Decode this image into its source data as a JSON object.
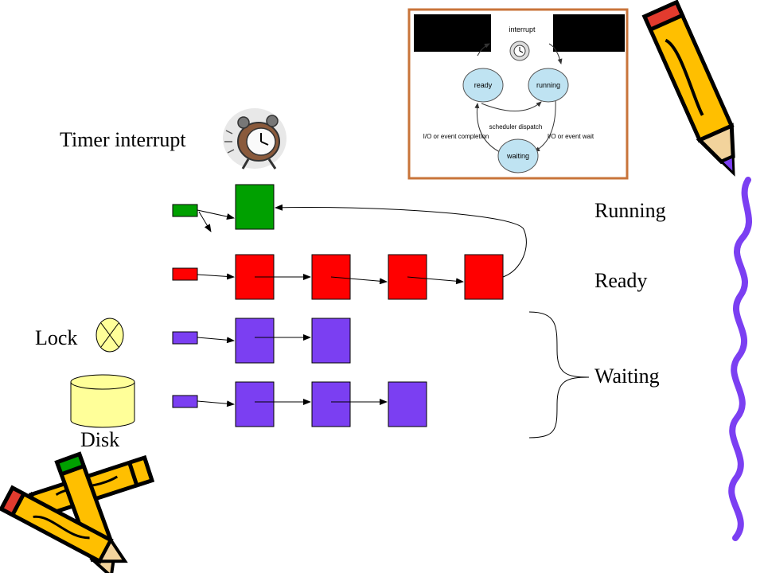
{
  "labels": {
    "timer_interrupt": "Timer interrupt",
    "running": "Running",
    "ready": "Ready",
    "waiting": "Waiting",
    "lock": "Lock",
    "disk": "Disk"
  },
  "inset": {
    "interrupt": "interrupt",
    "ready": "ready",
    "running": "running",
    "waiting": "waiting",
    "scheduler_dispatch": "scheduler dispatch",
    "io_completion": "I/O or event completion",
    "io_wait": "I/O or event wait"
  },
  "colors": {
    "running": "#00a000",
    "ready": "#ff0000",
    "waiting": "#7b3ff2",
    "disk": "#ffff99",
    "lock": "#ffff99",
    "inset_border": "#c8743a",
    "state_circle": "#bfe3f2",
    "pencil": "#ffbf00",
    "squiggle": "#7b3ff2"
  },
  "queues": [
    {
      "name": "running",
      "processes": 1
    },
    {
      "name": "ready",
      "processes": 4
    },
    {
      "name": "waiting-lock",
      "processes": 2
    },
    {
      "name": "waiting-disk",
      "processes": 3
    }
  ],
  "icons": [
    "alarm-clock-icon",
    "pencil-icon",
    "pencils-icon",
    "lock-icon",
    "disk-icon"
  ]
}
